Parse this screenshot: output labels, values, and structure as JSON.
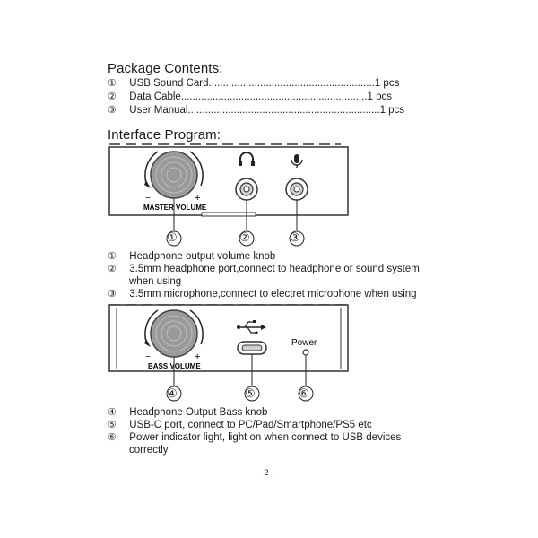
{
  "package": {
    "title": "Package Contents:",
    "items": [
      {
        "num": "①",
        "name": "USB Sound Card",
        "dots": "..........................................................",
        "qty": "1 pcs"
      },
      {
        "num": "②",
        "name": "Data Cable",
        "dots": ".................................................................",
        "qty": "1 pcs"
      },
      {
        "num": "③",
        "name": "User Manual",
        "dots": "...................................................................",
        "qty": "1 pcs"
      }
    ]
  },
  "interface": {
    "title": "Interface Program:",
    "panel1": {
      "knob_label": "MASTER VOLUME",
      "minus": "−",
      "plus": "+",
      "headphone_icon": "headphones-icon",
      "mic_icon": "microphone-icon",
      "callouts": [
        "①",
        "②",
        "③"
      ]
    },
    "desc1": [
      {
        "num": "①",
        "text": "Headphone output volume knob"
      },
      {
        "num": "②",
        "text": "3.5mm headphone port,connect to headphone or sound system",
        "text2": "when using"
      },
      {
        "num": "③",
        "text": "3.5mm microphone,connect to electret microphone when using"
      }
    ],
    "panel2": {
      "knob_label": "BASS VOLUME",
      "minus": "−",
      "plus": "+",
      "usb_icon": "usb-icon",
      "power_label": "Power",
      "callouts": [
        "④",
        "⑤",
        "⑥"
      ]
    },
    "desc2": [
      {
        "num": "④",
        "text": "Headphone Output Bass knob"
      },
      {
        "num": "⑤",
        "text": "USB-C port, connect to PC/Pad/Smartphone/PS5 etc"
      },
      {
        "num": "⑥",
        "text": "Power indicator light, light on when connect to USB devices",
        "text2": "correctly"
      }
    ]
  },
  "page_number": "- 2 -"
}
